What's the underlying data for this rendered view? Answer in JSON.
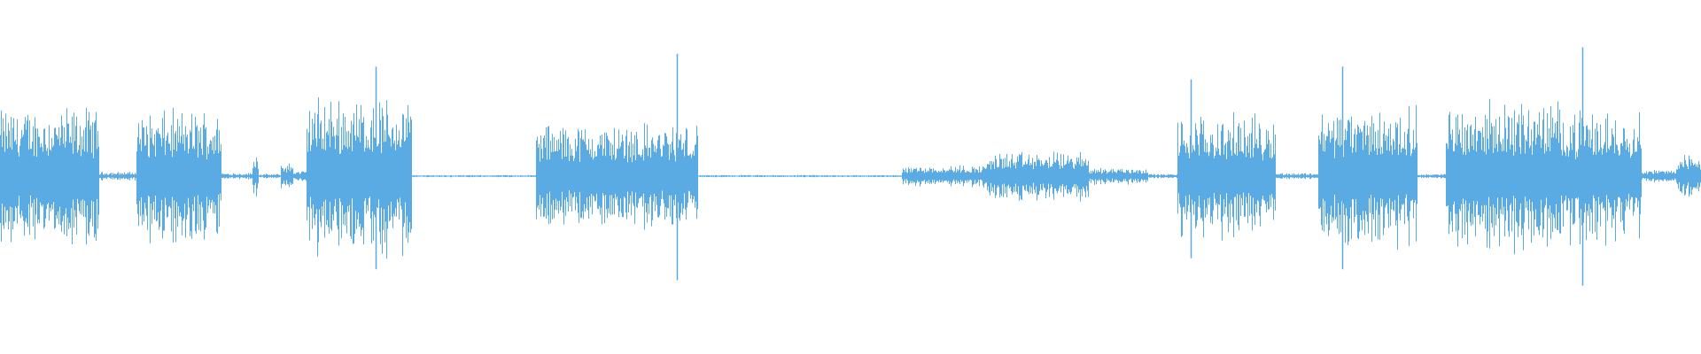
{
  "waveform": {
    "color": "#5aabe3",
    "background": "#ffffff",
    "segments": [
      {
        "start": 0.0,
        "end": 0.058,
        "amp": 0.62
      },
      {
        "start": 0.058,
        "end": 0.08,
        "amp": 0.04
      },
      {
        "start": 0.08,
        "end": 0.13,
        "amp": 0.6
      },
      {
        "start": 0.13,
        "end": 0.148,
        "amp": 0.03
      },
      {
        "start": 0.148,
        "end": 0.152,
        "amp": 0.22
      },
      {
        "start": 0.152,
        "end": 0.165,
        "amp": 0.02
      },
      {
        "start": 0.165,
        "end": 0.172,
        "amp": 0.12
      },
      {
        "start": 0.172,
        "end": 0.18,
        "amp": 0.05
      },
      {
        "start": 0.18,
        "end": 0.242,
        "amp": 0.72
      },
      {
        "start": 0.242,
        "end": 0.315,
        "amp": 0.01
      },
      {
        "start": 0.315,
        "end": 0.41,
        "amp": 0.48
      },
      {
        "start": 0.41,
        "end": 0.53,
        "amp": 0.01
      },
      {
        "start": 0.53,
        "end": 0.58,
        "amp": 0.1
      },
      {
        "start": 0.58,
        "end": 0.64,
        "amp": 0.22
      },
      {
        "start": 0.64,
        "end": 0.675,
        "amp": 0.08
      },
      {
        "start": 0.675,
        "end": 0.692,
        "amp": 0.02
      },
      {
        "start": 0.692,
        "end": 0.75,
        "amp": 0.55
      },
      {
        "start": 0.75,
        "end": 0.775,
        "amp": 0.03
      },
      {
        "start": 0.775,
        "end": 0.833,
        "amp": 0.62
      },
      {
        "start": 0.833,
        "end": 0.85,
        "amp": 0.02
      },
      {
        "start": 0.85,
        "end": 0.92,
        "amp": 0.68
      },
      {
        "start": 0.92,
        "end": 0.965,
        "amp": 0.6
      },
      {
        "start": 0.965,
        "end": 0.985,
        "amp": 0.06
      },
      {
        "start": 0.985,
        "end": 1.0,
        "amp": 0.2
      }
    ],
    "spikes": [
      {
        "pos": 0.398,
        "amp": 0.95
      },
      {
        "pos": 0.93,
        "amp": 1.0
      },
      {
        "pos": 0.221,
        "amp": 0.85
      },
      {
        "pos": 0.7,
        "amp": 0.75
      },
      {
        "pos": 0.789,
        "amp": 0.85
      }
    ]
  }
}
